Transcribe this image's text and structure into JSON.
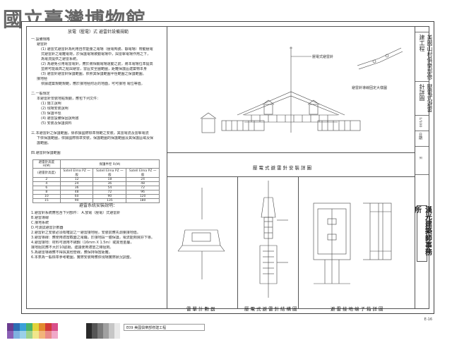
{
  "watermark": "國立臺灣博物館",
  "notes": {
    "heading": "放電（壓電）式 避雷針設備規範",
    "lines": [
      {
        "t": "一.設備規格",
        "i": 0
      },
      {
        "t": "避雷針",
        "i": 1
      },
      {
        "t": "(1) 避雷式避雷針為利用自然能量之電場（壓電陶瓷、靜電場）帶動壓電",
        "i": 2
      },
      {
        "t": "式避雷針之電離電荷，於保護電場被動電場中，與雷擊電場作用之下，",
        "i": 2
      },
      {
        "t": "為電流提供之避雷系統。",
        "i": 2
      },
      {
        "t": "(2) 為避免引用電雷電針，應於將相關電場運動之前，將本電場位準提高",
        "i": 2
      },
      {
        "t": "並將可能最高之點與避雷，雷區安全圍範圍，距離保護區建築物本身",
        "i": 2
      },
      {
        "t": "(3) 避雷針避雷針保護範圍，依照其保護範圍半徑範圍之保護範圍。",
        "i": 2
      },
      {
        "t": "接地極",
        "i": 1
      },
      {
        "t": "依據建築規範規範，應於接地極附近的地面，可可接地 電位等值。",
        "i": 2
      },
      {
        "t": "",
        "i": 0
      },
      {
        "t": "二.一般規定",
        "i": 0
      },
      {
        "t": "本避雷針安裝地點規劃，應包下列文件：",
        "i": 1
      },
      {
        "t": "(1) 施工說明",
        "i": 2
      },
      {
        "t": "(2) 現場安裝說明",
        "i": 2
      },
      {
        "t": "(3) 保護半徑",
        "i": 2
      },
      {
        "t": "(4) 避雷設備保固說明書",
        "i": 2
      },
      {
        "t": "(5) 安裝及保護資料",
        "i": 2
      },
      {
        "t": "",
        "i": 0
      },
      {
        "t": "三.本避雷針之保護範圍，係依據國際標準規範之安裝，其雷電流及雷擊電流",
        "i": 0
      },
      {
        "t": "下依保護範圍，依據國際標準安裝，保護範圍的保護範圍及其保護區域及保",
        "i": 1
      },
      {
        "t": "護範圍。",
        "i": 1
      },
      {
        "t": "",
        "i": 0
      },
      {
        "t": "四.避雷針保護範圍",
        "i": 0
      }
    ]
  },
  "spec_table": {
    "headers": [
      "避雷針高度 H(M)",
      "保護半徑 R(M)"
    ],
    "sub_headers": [
      "(避雷針高度)",
      "Satell Elma PZ 一般",
      "Satell Elma PZ 一般",
      "Satell Elma PZ 一般"
    ],
    "rows": [
      [
        "2",
        "12",
        "18",
        "24"
      ],
      [
        "4",
        "24",
        "36",
        "48"
      ],
      [
        "6",
        "36",
        "54",
        "72"
      ],
      [
        "8",
        "48",
        "72",
        "96"
      ],
      [
        "10",
        "60",
        "90",
        "120"
      ],
      [
        "15",
        "90",
        "135",
        "180"
      ]
    ]
  },
  "install_heading": "避雷系統安裝說明：",
  "install_lines": [
    "1.避雷針系統應包含下列部件：  A.放電（壓電）式避雷針",
    "                                   B.避雷導線",
    "                                   C.接地系統",
    "                                   D.可測試避雷計數器",
    "2.避雷針之安裝必須有確認之一避雷接地極，安裝前應先測量接地值。",
    "3.避雷導線：應使用適當截面之電纜，於接地段一體保護，電流能夠良好下導。",
    "4.避雷接地：材料可選用不銹鋼（16mm X 1.5m）或其他金屬，",
    "   接地阻抗應不大於10歐姆，建議使用適當之降阻劑。",
    "5.為避雷導線應不得與其他管線，應保持相當距離。",
    "6.本表為一般標準參考範圍，實際安裝時應依現場實際狀況調整。"
  ],
  "titles": {
    "main_section": "壓電式避雷針安裝詳圖",
    "counter": "雷擊計數器",
    "structure": "壓電式避雷針結構圖",
    "ground": "避雷接地端子箱詳圖",
    "small_label": "壓電式避雷針",
    "detail_label": "避雷針導線固定大樣圖"
  },
  "title_block": {
    "project": "美國山村俱樂部修建工程",
    "drawing": "壓電式避雷針詳圖",
    "scale_label": "比例",
    "scale": "1/100",
    "date_label": "日期",
    "sheet_label": "圖號",
    "sheet_value": "E",
    "firm": "漢光建築師事務所",
    "code": "E-16",
    "label_code": "E09"
  },
  "sheet_no": "E-16",
  "strip": {
    "colors": [
      "#6b3c8f",
      "#2c6db3",
      "#3aa0d8",
      "#4ab36a",
      "#e2d33a",
      "#e28a2f",
      "#d23a3a",
      "#d94f8a",
      "#8a5fb5",
      "#7fb2e0",
      "#9ad0e8",
      "#9ed28a",
      "#f0e68a",
      "#f2b47a",
      "#e88a8a",
      "#f0a8c8"
    ],
    "grays": [
      "#2a2a2a",
      "#555555",
      "#7a7a7a",
      "#a0a0a0",
      "#c6c6c6",
      "#e8e8e8"
    ],
    "label": "美國俱樂部修建工程"
  }
}
